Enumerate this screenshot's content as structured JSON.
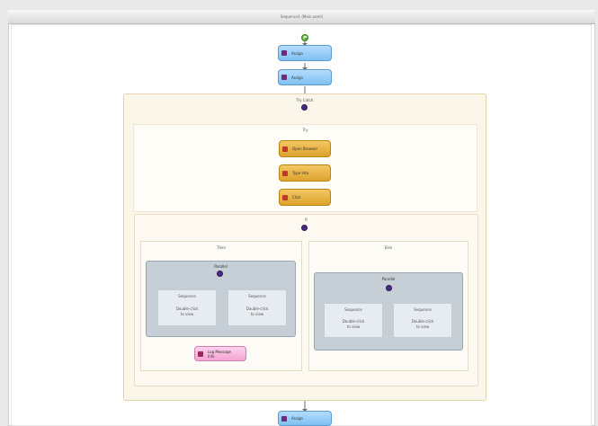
{
  "window": {
    "title": "Sequence1 (Main.xaml)"
  },
  "activities": {
    "top1": "Assign",
    "top2": "Assign",
    "bottom": "Assign"
  },
  "outer_sequence": {
    "label": "Try Catch",
    "try_label": "Try",
    "items": [
      "Open Browser",
      "Type Into",
      "Click"
    ]
  },
  "flow_decision": {
    "label": "If",
    "then_label": "Then",
    "else_label": "Else"
  },
  "parallel_left": {
    "label": "Parallel",
    "panels": [
      {
        "title": "Sequence",
        "line1": "Double-click",
        "line2": "to view"
      },
      {
        "title": "Sequence",
        "line1": "Double-click",
        "line2": "to view"
      }
    ]
  },
  "parallel_right": {
    "label": "Parallel",
    "panels": [
      {
        "title": "Sequence",
        "line1": "Double-click",
        "line2": "to view"
      },
      {
        "title": "Sequence",
        "line1": "Double-click",
        "line2": "to view"
      }
    ]
  },
  "pink_activity": {
    "line1": "Log Message",
    "line2": "Info"
  },
  "colors": {
    "start_green": "#5aa83a",
    "accent_blue": "#7fc1f1",
    "accent_gold": "#dda32d",
    "accent_pink": "#f3a5d3",
    "node_purple": "#4b2a84"
  },
  "icons": {
    "start": "start-flag-icon",
    "activity": "activity-icon",
    "connector": "connector-node-icon"
  }
}
